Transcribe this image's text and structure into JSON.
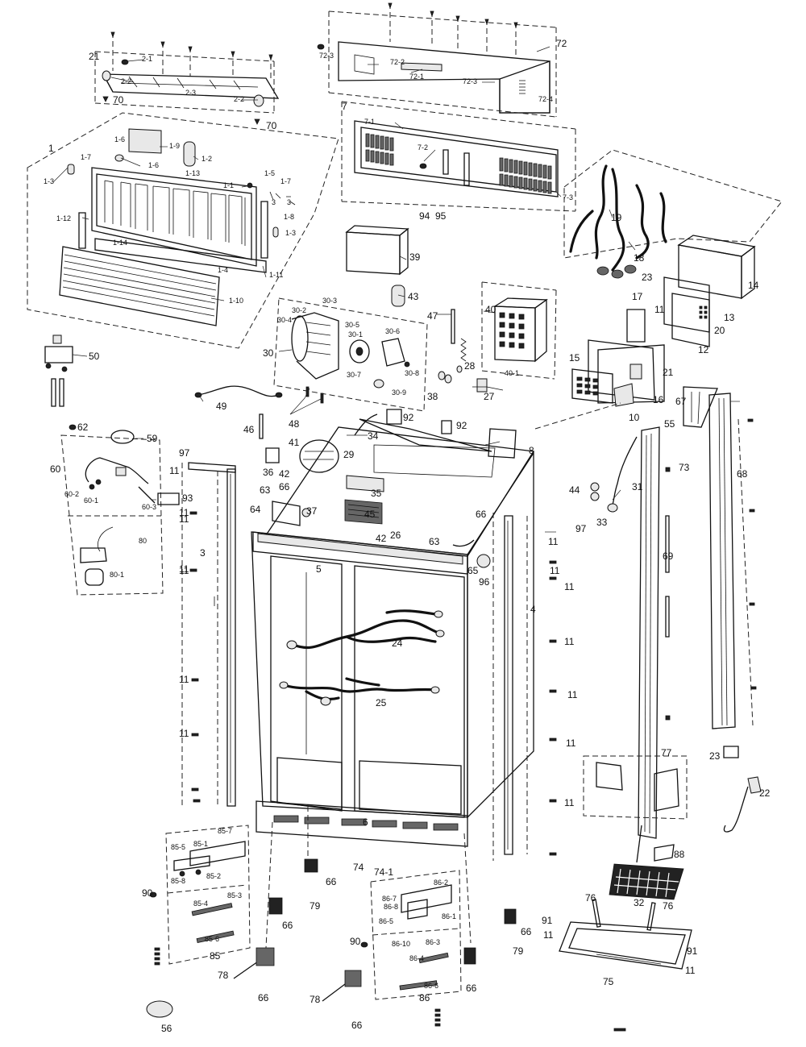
{
  "labels": [
    {
      "t": "21"
    },
    {
      "t": "2-1"
    },
    {
      "t": "2-2"
    },
    {
      "t": "2-3"
    },
    {
      "t": "2-2"
    },
    {
      "t": "70"
    },
    {
      "t": "70"
    },
    {
      "t": "1"
    },
    {
      "t": "1-6"
    },
    {
      "t": "1-9"
    },
    {
      "t": "1-7"
    },
    {
      "t": "1-6"
    },
    {
      "t": "1-2"
    },
    {
      "t": "1-3"
    },
    {
      "t": "1-13"
    },
    {
      "t": "1-1"
    },
    {
      "t": "1-5"
    },
    {
      "t": "1-7"
    },
    {
      "t": "3"
    },
    {
      "t": "3"
    },
    {
      "t": "1-8"
    },
    {
      "t": "1-12"
    },
    {
      "t": "1-3"
    },
    {
      "t": "1-14"
    },
    {
      "t": "1-4"
    },
    {
      "t": "1-11"
    },
    {
      "t": "1-10"
    },
    {
      "t": "72"
    },
    {
      "t": "72-3"
    },
    {
      "t": "72-2"
    },
    {
      "t": "72-1"
    },
    {
      "t": "72-3"
    },
    {
      "t": "72-4"
    },
    {
      "t": "7"
    },
    {
      "t": "7-1"
    },
    {
      "t": "7-2"
    },
    {
      "t": "7-3"
    },
    {
      "t": "94"
    },
    {
      "t": "95"
    },
    {
      "t": "19"
    },
    {
      "t": "18"
    },
    {
      "t": "14"
    },
    {
      "t": "23"
    },
    {
      "t": "17"
    },
    {
      "t": "11"
    },
    {
      "t": "13"
    },
    {
      "t": "20"
    },
    {
      "t": "12"
    },
    {
      "t": "39"
    },
    {
      "t": "43"
    },
    {
      "t": "47"
    },
    {
      "t": "40"
    },
    {
      "t": "40-1"
    },
    {
      "t": "30"
    },
    {
      "t": "30-2"
    },
    {
      "t": "30-3"
    },
    {
      "t": "30-4"
    },
    {
      "t": "30-5"
    },
    {
      "t": "30-1"
    },
    {
      "t": "30-6"
    },
    {
      "t": "30-7"
    },
    {
      "t": "30-8"
    },
    {
      "t": "30-9"
    },
    {
      "t": "28"
    },
    {
      "t": "38"
    },
    {
      "t": "27"
    },
    {
      "t": "15"
    },
    {
      "t": "21"
    },
    {
      "t": "16"
    },
    {
      "t": "10"
    },
    {
      "t": "50"
    },
    {
      "t": "49"
    },
    {
      "t": "46"
    },
    {
      "t": "48"
    },
    {
      "t": "34"
    },
    {
      "t": "92"
    },
    {
      "t": "92"
    },
    {
      "t": "8"
    },
    {
      "t": "62"
    },
    {
      "t": "59"
    },
    {
      "t": "60"
    },
    {
      "t": "60-2"
    },
    {
      "t": "60-1"
    },
    {
      "t": "60-3"
    },
    {
      "t": "80"
    },
    {
      "t": "80-1"
    },
    {
      "t": "97"
    },
    {
      "t": "11"
    },
    {
      "t": "93"
    },
    {
      "t": "11"
    },
    {
      "t": "3"
    },
    {
      "t": "11"
    },
    {
      "t": "41"
    },
    {
      "t": "36"
    },
    {
      "t": "42"
    },
    {
      "t": "29"
    },
    {
      "t": "63"
    },
    {
      "t": "64"
    },
    {
      "t": "66"
    },
    {
      "t": "37"
    },
    {
      "t": "35"
    },
    {
      "t": "45"
    },
    {
      "t": "42"
    },
    {
      "t": "26"
    },
    {
      "t": "63"
    },
    {
      "t": "66"
    },
    {
      "t": "96"
    },
    {
      "t": "65"
    },
    {
      "t": "5"
    },
    {
      "t": "55"
    },
    {
      "t": "73"
    },
    {
      "t": "44"
    },
    {
      "t": "31"
    },
    {
      "t": "33"
    },
    {
      "t": "67"
    },
    {
      "t": "68"
    },
    {
      "t": "69"
    },
    {
      "t": "97"
    },
    {
      "t": "11"
    },
    {
      "t": "11"
    },
    {
      "t": "4"
    },
    {
      "t": "11"
    },
    {
      "t": "11"
    },
    {
      "t": "11"
    },
    {
      "t": "11"
    },
    {
      "t": "11"
    },
    {
      "t": "24"
    },
    {
      "t": "25"
    },
    {
      "t": "11"
    },
    {
      "t": "11"
    },
    {
      "t": "11"
    },
    {
      "t": "11"
    },
    {
      "t": "77"
    },
    {
      "t": "23"
    },
    {
      "t": "22"
    },
    {
      "t": "6"
    },
    {
      "t": "74"
    },
    {
      "t": "74-1"
    },
    {
      "t": "88"
    },
    {
      "t": "85-7"
    },
    {
      "t": "85-5"
    },
    {
      "t": "85-1"
    },
    {
      "t": "85-8"
    },
    {
      "t": "85-2"
    },
    {
      "t": "85-3"
    },
    {
      "t": "85-4"
    },
    {
      "t": "85-6"
    },
    {
      "t": "85"
    },
    {
      "t": "90"
    },
    {
      "t": "66"
    },
    {
      "t": "79"
    },
    {
      "t": "66"
    },
    {
      "t": "86-2"
    },
    {
      "t": "86-7"
    },
    {
      "t": "86-8"
    },
    {
      "t": "86-5"
    },
    {
      "t": "86-1"
    },
    {
      "t": "86-10"
    },
    {
      "t": "86-3"
    },
    {
      "t": "86-4"
    },
    {
      "t": "86-6"
    },
    {
      "t": "86"
    },
    {
      "t": "90"
    },
    {
      "t": "66"
    },
    {
      "t": "79"
    },
    {
      "t": "66"
    },
    {
      "t": "76"
    },
    {
      "t": "32"
    },
    {
      "t": "76"
    },
    {
      "t": "91"
    },
    {
      "t": "11"
    },
    {
      "t": "91"
    },
    {
      "t": "75"
    },
    {
      "t": "11"
    },
    {
      "t": "78"
    },
    {
      "t": "66"
    },
    {
      "t": "78"
    },
    {
      "t": "66"
    },
    {
      "t": "56"
    }
  ]
}
